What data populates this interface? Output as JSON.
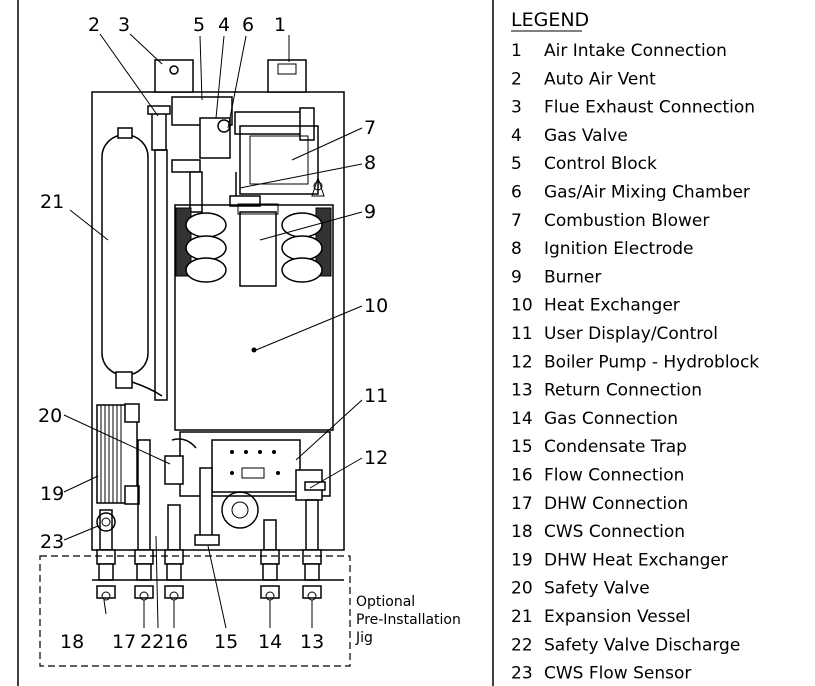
{
  "callouts": [
    {
      "n": "1"
    },
    {
      "n": "2"
    },
    {
      "n": "3"
    },
    {
      "n": "4"
    },
    {
      "n": "5"
    },
    {
      "n": "6"
    },
    {
      "n": "7"
    },
    {
      "n": "8"
    },
    {
      "n": "9"
    },
    {
      "n": "10"
    },
    {
      "n": "11"
    },
    {
      "n": "12"
    },
    {
      "n": "13"
    },
    {
      "n": "14"
    },
    {
      "n": "15"
    },
    {
      "n": "16"
    },
    {
      "n": "17"
    },
    {
      "n": "18"
    },
    {
      "n": "19"
    },
    {
      "n": "20"
    },
    {
      "n": "21"
    },
    {
      "n": "22"
    },
    {
      "n": "23"
    }
  ],
  "jig_label": [
    "Optional",
    "Pre-Installation",
    "Jig"
  ],
  "legend": {
    "title": "LEGEND",
    "items": [
      {
        "num": "1",
        "label": "Air Intake Connection"
      },
      {
        "num": "2",
        "label": "Auto Air Vent"
      },
      {
        "num": "3",
        "label": "Flue Exhaust Connection"
      },
      {
        "num": "4",
        "label": "Gas Valve"
      },
      {
        "num": "5",
        "label": "Control Block"
      },
      {
        "num": "6",
        "label": "Gas/Air Mixing Chamber"
      },
      {
        "num": "7",
        "label": "Combustion Blower"
      },
      {
        "num": "8",
        "label": "Ignition Electrode"
      },
      {
        "num": "9",
        "label": "Burner"
      },
      {
        "num": "10",
        "label": "Heat Exchanger"
      },
      {
        "num": "11",
        "label": "User Display/Control"
      },
      {
        "num": "12",
        "label": "Boiler Pump - Hydroblock"
      },
      {
        "num": "13",
        "label": "Return Connection"
      },
      {
        "num": "14",
        "label": "Gas Connection"
      },
      {
        "num": "15",
        "label": "Condensate Trap"
      },
      {
        "num": "16",
        "label": "Flow Connection"
      },
      {
        "num": "17",
        "label": "DHW Connection"
      },
      {
        "num": "18",
        "label": "CWS Connection"
      },
      {
        "num": "19",
        "label": "DHW Heat Exchanger"
      },
      {
        "num": "20",
        "label": "Safety Valve"
      },
      {
        "num": "21",
        "label": "Expansion Vessel"
      },
      {
        "num": "22",
        "label": "Safety Valve Discharge"
      },
      {
        "num": "23",
        "label": "CWS Flow Sensor"
      }
    ]
  }
}
